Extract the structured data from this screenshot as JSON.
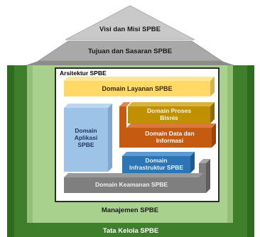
{
  "roof": {
    "top_label": "Visi dan Misi SPBE",
    "band_label": "Tujuan dan Sasaran SPBE"
  },
  "tata_kelola": {
    "label": "Tata Kelola SPBE"
  },
  "manajemen": {
    "label": "Manajemen SPBE"
  },
  "arsitektur": {
    "label": "Arsitektur SPBE"
  },
  "domains": {
    "layanan": "Domain Layanan SPBE",
    "aplikasi": "Domain\nAplikasi\nSPBE",
    "proses_bisnis": "Domain Proses\nBisnis",
    "data": "Domain Data dan\nInformasi",
    "infrastruktur": "Domain\nInfrastruktur SPBE",
    "keamanan": "Domain Keamanan SPBE"
  },
  "colors": {
    "roof_top": "#c7c7c7",
    "roof_band": "#a6a6a6",
    "tata_kelola_green": "#3e7f2a",
    "manajemen_green": "#a9d18e",
    "layanan_yellow": "#ffd966",
    "aplikasi_blue": "#9dc3e6",
    "proses_bisnis_gold": "#bf9000",
    "data_orange": "#c55a11",
    "infrastruktur_blue": "#2e75b6",
    "keamanan_gray": "#7f7f7f"
  }
}
